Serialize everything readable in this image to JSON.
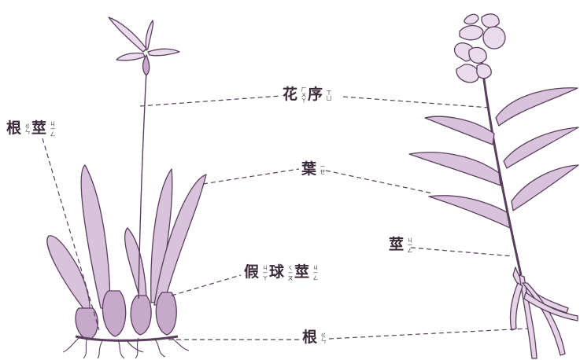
{
  "colors": {
    "line": "#5a3f5c",
    "leaf": "#d9c2dc",
    "leaf_dark": "#c7a9cc",
    "flower": "#eadcec",
    "dash": "#5a3f5c"
  },
  "labels": {
    "inflorescence": {
      "c1": "花",
      "z1": "ㄏㄨㄚ",
      "c2": "序",
      "z2": "ㄒㄩ"
    },
    "leaf": {
      "c1": "葉",
      "z1": "ㄧㄝ"
    },
    "rhizome": {
      "c1": "根",
      "z1": "ㄍㄣ",
      "c2": "莖",
      "z2": "ㄐㄧㄥ"
    },
    "pseudobulb": {
      "c1": "假",
      "z1": "ㄐㄧㄚ",
      "c2": "球",
      "z2": "ㄑㄧㄡ",
      "c3": "莖",
      "z3": "ㄐㄧㄥ"
    },
    "stem": {
      "c1": "莖",
      "z1": "ㄐㄧㄥ"
    },
    "root": {
      "c1": "根",
      "z1": "ㄍㄣ"
    }
  }
}
